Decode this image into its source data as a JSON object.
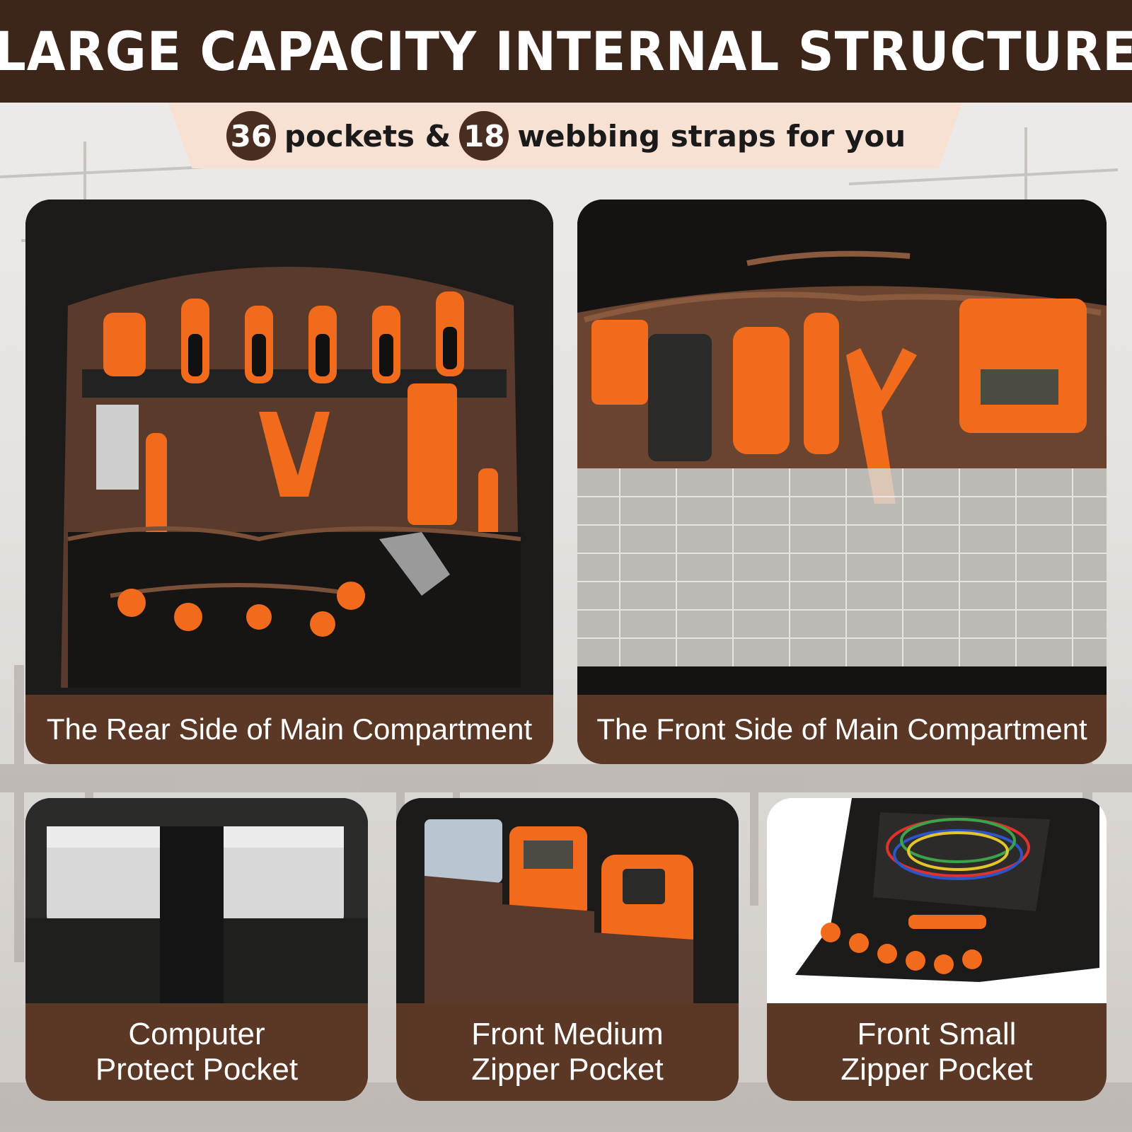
{
  "header": {
    "title": "LARGE CAPACITY INTERNAL STRUCTURE"
  },
  "subtitle": {
    "pockets_count": "36",
    "pockets_text": "pockets &",
    "straps_count": "18",
    "straps_text": "webbing straps for you"
  },
  "panels": [
    {
      "caption": "The Rear Side of Main Compartment"
    },
    {
      "caption": "The Front Side of Main Compartment"
    },
    {
      "caption_line1": "Computer",
      "caption_line2": "Protect Pocket"
    },
    {
      "caption_line1": "Front Medium",
      "caption_line2": "Zipper Pocket"
    },
    {
      "caption_line1": "Front Small",
      "caption_line2": "Zipper Pocket"
    }
  ],
  "colors": {
    "header_brown": "#3e2519",
    "caption_brown": "#5b3725",
    "badge_brown": "#4a2e22",
    "subtitle_band": "#f8e1d2",
    "tool_orange": "#f26b1d",
    "bag_black": "#1c1b1a"
  }
}
